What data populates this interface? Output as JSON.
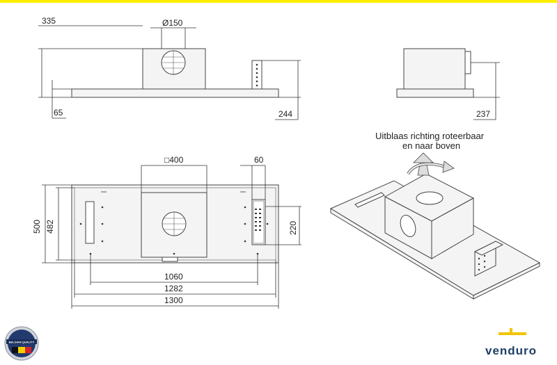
{
  "dimensions": {
    "height_total": "335",
    "duct_diameter": "Ø150",
    "panel_height": "65",
    "height_right": "244",
    "side_height": "237",
    "motor_square": "□400",
    "filter_width": "60",
    "depth_outer": "500",
    "depth_inner": "482",
    "filter_height": "220",
    "width_holes": "1060",
    "width_inner": "1282",
    "width_outer": "1300"
  },
  "caption": {
    "line1": "Uitblaas richting roteerbaar",
    "line2": "en naar boven"
  },
  "badge": {
    "text": "BELGIAN QUALITY"
  },
  "brand": {
    "name": "venduro"
  },
  "colors": {
    "top_bar": "#ffee00",
    "brand_blue": "#1e3f66",
    "brand_yellow": "#f2c400"
  }
}
